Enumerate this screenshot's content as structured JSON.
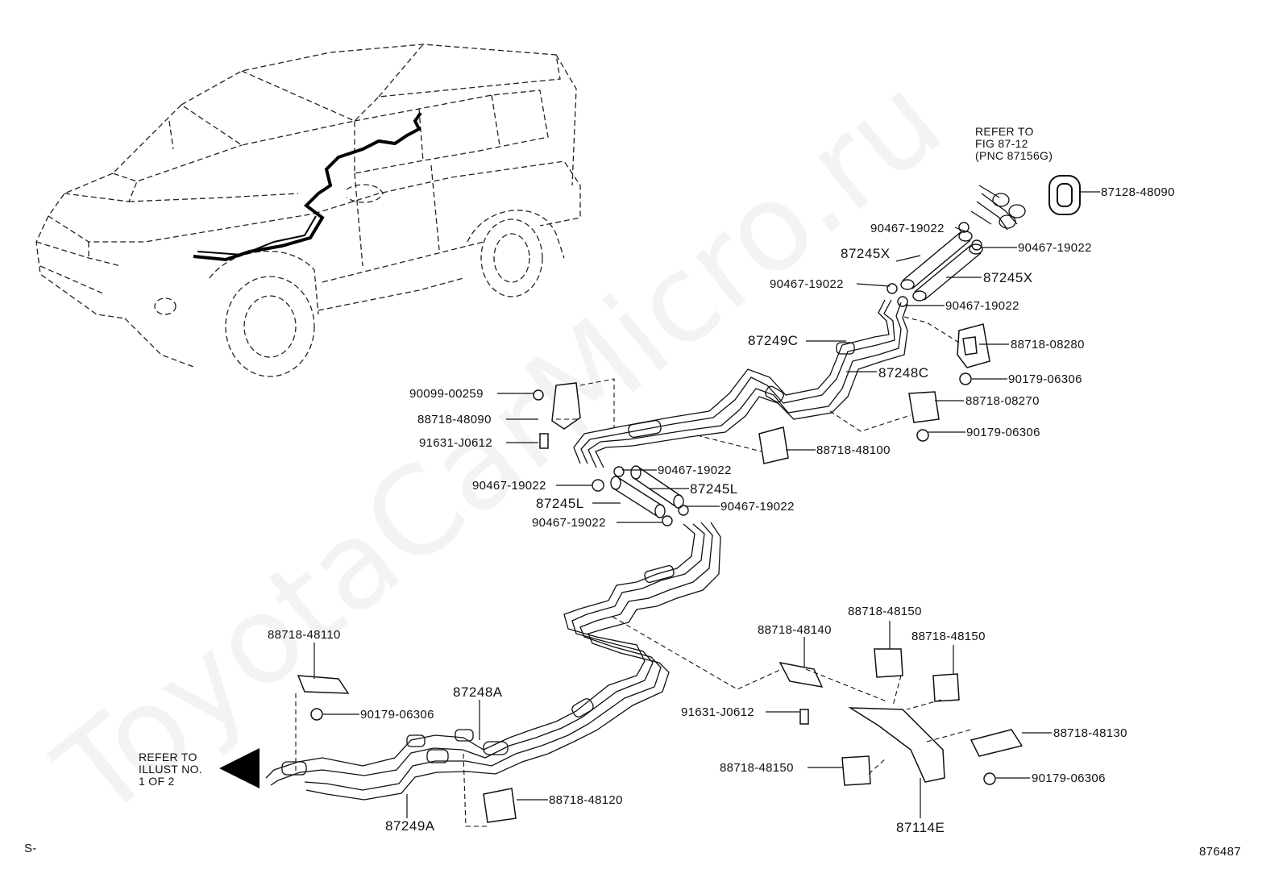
{
  "watermark": "ToyotaCarMicro.ru",
  "corner_left": "S-",
  "corner_right": "876487",
  "notes": {
    "refer_fig": [
      "REFER TO",
      "FIG 87-12",
      "(PNC 87156G)"
    ],
    "refer_illust": [
      "REFER TO",
      "ILLUST NO.",
      "1 OF 2"
    ]
  },
  "labels": {
    "p87128_48090": "87128-48090",
    "p90467_a": "90467-19022",
    "p90467_b": "90467-19022",
    "p87245x_a": "87245X",
    "p87245x_b": "87245X",
    "p90467_c": "90467-19022",
    "p90467_d": "90467-19022",
    "p88718_08280": "88718-08280",
    "p87249c": "87249C",
    "p87248c": "87248C",
    "p90179_a": "90179-06306",
    "p88718_08270": "88718-08270",
    "p90179_b": "90179-06306",
    "p90099_00259": "90099-00259",
    "p88718_48090": "88718-48090",
    "p91631_a": "91631-J0612",
    "p88718_48100": "88718-48100",
    "p90467_e": "90467-19022",
    "p90467_f": "90467-19022",
    "p87245l_a": "87245L",
    "p87245l_b": "87245L",
    "p90467_g": "90467-19022",
    "p90467_h": "90467-19022",
    "p88718_48150_a": "88718-48150",
    "p88718_48140": "88718-48140",
    "p88718_48150_b": "88718-48150",
    "p88718_48110": "88718-48110",
    "p87248a": "87248A",
    "p90179_c": "90179-06306",
    "p91631_b": "91631-J0612",
    "p88718_48130": "88718-48130",
    "p88718_48150_c": "88718-48150",
    "p90179_d": "90179-06306",
    "p88718_48120": "88718-48120",
    "p87249a": "87249A",
    "p87114e": "87114E"
  }
}
